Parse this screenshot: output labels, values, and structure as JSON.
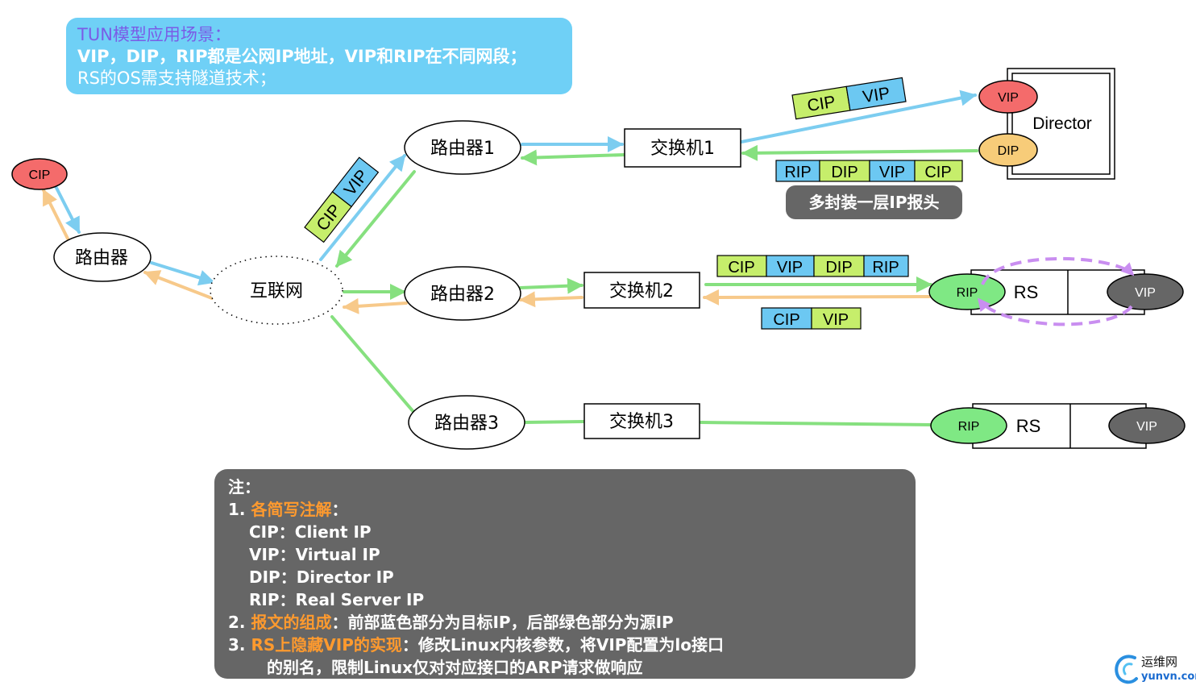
{
  "title_box": {
    "line1": "TUN模型应用场景：",
    "line2": "VIP，DIP，RIP都是公网IP地址，VIP和RIP在不同网段；",
    "line3": "RS的OS需支持隧道技术；"
  },
  "nodes": {
    "cip": "CIP",
    "client_router": "路由器",
    "internet": "互联网",
    "router1": "路由器1",
    "router2": "路由器2",
    "router3": "路由器3",
    "switch1": "交换机1",
    "switch2": "交换机2",
    "switch3": "交换机3",
    "director_label": "Director",
    "director_vip": "VIP",
    "director_dip": "DIP",
    "rs1_label": "RS",
    "rs1_rip": "RIP",
    "rs1_vip": "VIP",
    "rs2_label": "RS",
    "rs2_rip": "RIP",
    "rs2_vip": "VIP"
  },
  "packets": {
    "diag_internet_router1": [
      "CIP",
      "VIP"
    ],
    "top_to_director": [
      "CIP",
      "VIP"
    ],
    "encapsulated_dir_to_switch1": [
      "RIP",
      "DIP",
      "VIP",
      "CIP"
    ],
    "to_rs_row": [
      "CIP",
      "VIP",
      "DIP",
      "RIP"
    ],
    "response_row": [
      "CIP",
      "VIP"
    ]
  },
  "encap_label": "多封装一层IP报头",
  "notes": {
    "heading": "注：",
    "item1_num": "1.",
    "item1_title": "各简写注解",
    "item1_colon": "：",
    "defs": [
      "CIP：Client IP",
      "VIP：Virtual IP",
      "DIP：Director IP",
      "RIP：Real Server IP"
    ],
    "item2_num": "2.",
    "item2_title": "报文的组成",
    "item2_text": "：前部蓝色部分为目标IP，后部绿色部分为源IP",
    "item3_num": "3.",
    "item3_title": "RS上隐藏VIP的实现",
    "item3_text": "：修改Linux内核参数，将VIP配置为lo接口",
    "item3_text2": "的别名，限制Linux仅对对应接口的ARP请求做响应"
  },
  "logo": {
    "text1": "运维网",
    "text2": "yunvn.com"
  },
  "colors": {
    "blue_arrow": "#7ccdf0",
    "green_arrow": "#86e07f",
    "orange_arrow": "#f7c98a",
    "purple_dash": "#c98ef0",
    "packet_blue": "#6cc8f2",
    "packet_green": "#c6ee6b",
    "node_red": "#f46b6b",
    "node_orange": "#f7cc79",
    "node_green": "#7fe884",
    "node_gray": "#666666"
  }
}
